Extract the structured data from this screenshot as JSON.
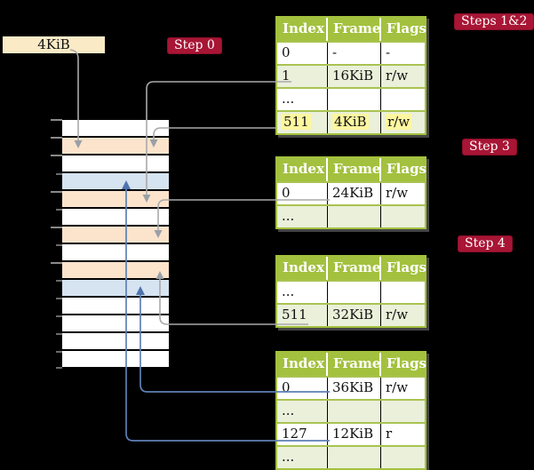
{
  "page_size_box": {
    "label": "4KiB"
  },
  "badges": {
    "step0": {
      "label": "Step 0"
    },
    "steps12": {
      "label": "Steps 1&2"
    },
    "step3": {
      "label": "Step 3"
    },
    "step4": {
      "label": "Step 4"
    }
  },
  "tables": [
    {
      "id": "table-steps-1-2",
      "columns": [
        "Index",
        "Frame",
        "Flags"
      ],
      "rows": [
        {
          "cells": [
            "0",
            "-",
            "-"
          ],
          "shaded": false,
          "highlighted": false
        },
        {
          "cells": [
            "1",
            "16KiB",
            "r/w"
          ],
          "shaded": true,
          "highlighted": false
        },
        {
          "cells": [
            "...",
            "",
            ""
          ],
          "shaded": false,
          "highlighted": false
        },
        {
          "cells": [
            "511",
            "4KiB",
            "r/w"
          ],
          "shaded": true,
          "highlighted": true
        }
      ]
    },
    {
      "id": "table-step-3",
      "columns": [
        "Index",
        "Frame",
        "Flags"
      ],
      "rows": [
        {
          "cells": [
            "0",
            "24KiB",
            "r/w"
          ],
          "shaded": false,
          "highlighted": false
        },
        {
          "cells": [
            "...",
            "",
            ""
          ],
          "shaded": true,
          "highlighted": false
        }
      ]
    },
    {
      "id": "table-step-4",
      "columns": [
        "Index",
        "Frame",
        "Flags"
      ],
      "rows": [
        {
          "cells": [
            "...",
            "",
            ""
          ],
          "shaded": false,
          "highlighted": false
        },
        {
          "cells": [
            "511",
            "32KiB",
            "r/w"
          ],
          "shaded": true,
          "highlighted": false
        }
      ]
    },
    {
      "id": "table-final",
      "columns": [
        "Index",
        "Frame",
        "Flags"
      ],
      "rows": [
        {
          "cells": [
            "0",
            "36KiB",
            "r/w"
          ],
          "shaded": false,
          "highlighted": false
        },
        {
          "cells": [
            "...",
            "",
            ""
          ],
          "shaded": true,
          "highlighted": false
        },
        {
          "cells": [
            "127",
            "12KiB",
            "r"
          ],
          "shaded": false,
          "highlighted": false
        },
        {
          "cells": [
            "...",
            "",
            ""
          ],
          "shaded": true,
          "highlighted": false
        }
      ]
    }
  ],
  "memory": {
    "frame_colors": [
      "white",
      "peach",
      "white",
      "blue",
      "peach",
      "white",
      "peach",
      "white",
      "peach",
      "blue",
      "white",
      "white",
      "white",
      "white"
    ]
  },
  "colors": {
    "badge_bg": "#a81535",
    "table_header_bg": "#a3c13e",
    "table_row_alt_bg": "#eaf0da",
    "frame_peach": "#fbe3cc",
    "frame_blue": "#d6e3f0",
    "frame_white": "#ffffff",
    "source_box_bg": "#faeac6",
    "text_highlight": "#fdf6a0",
    "gray_arrow": "#a9a9a9",
    "blue_arrow": "#5d80b5"
  }
}
